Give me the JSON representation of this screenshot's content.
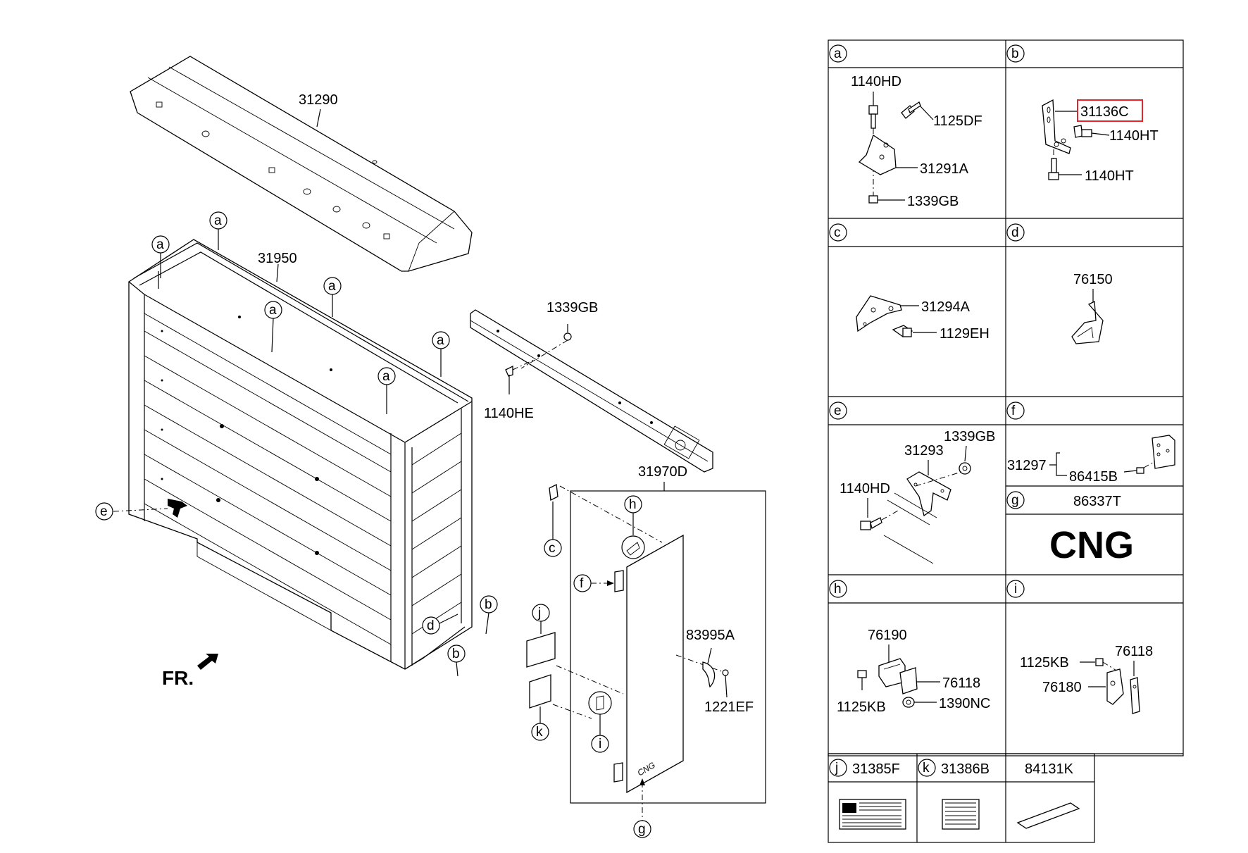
{
  "main_parts": {
    "cover": "31290",
    "frame": "31950",
    "bar_nut": "1339GB",
    "bar_bolt": "1140HE",
    "door": "31970D",
    "hose": "83995A",
    "clip": "1221EF",
    "front_label": "FR."
  },
  "callout_letters": {
    "a": "a",
    "b": "b",
    "c": "c",
    "d": "d",
    "e": "e",
    "f": "f",
    "g": "g",
    "h": "h",
    "i": "i",
    "j": "j",
    "k": "k"
  },
  "panels": {
    "a": {
      "letter": "a",
      "parts": [
        "1140HD",
        "1125DF",
        "31291A",
        "1339GB"
      ]
    },
    "b": {
      "letter": "b",
      "parts": [
        "31136C",
        "1140HT",
        "1140HT"
      ],
      "highlighted": "31136C",
      "highlight_color": "#e0262b"
    },
    "c": {
      "letter": "c",
      "parts": [
        "31294A",
        "1129EH"
      ]
    },
    "d": {
      "letter": "d",
      "parts": [
        "76150"
      ]
    },
    "e": {
      "letter": "e",
      "parts": [
        "31293",
        "1339GB",
        "1140HD"
      ]
    },
    "f": {
      "letter": "f",
      "parts": [
        "31297",
        "86415B"
      ]
    },
    "g": {
      "letter": "g",
      "parts": [
        "86337T"
      ],
      "label_text": "CNG"
    },
    "h": {
      "letter": "h",
      "parts": [
        "76190",
        "76118",
        "1125KB",
        "1390NC"
      ]
    },
    "i": {
      "letter": "i",
      "parts": [
        "76118",
        "1125KB",
        "76180"
      ]
    },
    "j": {
      "letter": "j",
      "parts": [
        "31385F"
      ]
    },
    "k": {
      "letter": "k",
      "parts": [
        "31386B"
      ]
    },
    "l": {
      "parts": [
        "84131K"
      ]
    }
  },
  "door_label": "CNG",
  "icons": [
    "bolt-icon",
    "nut-icon",
    "bracket-icon",
    "hinge-icon",
    "handle-icon",
    "label-sticker-icon",
    "arrow-icon"
  ]
}
